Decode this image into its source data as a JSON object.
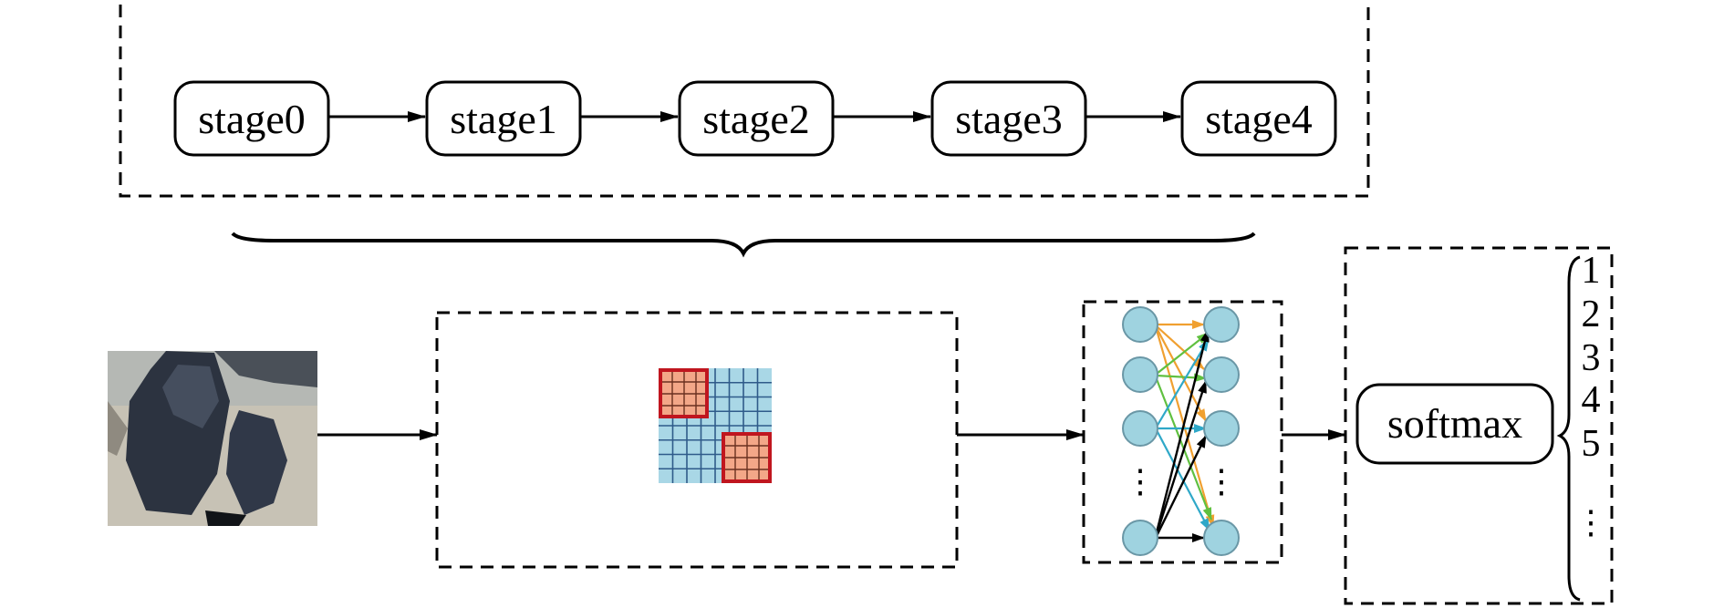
{
  "stages": [
    "stage0",
    "stage1",
    "stage2",
    "stage3",
    "stage4"
  ],
  "softmax_label": "softmax",
  "classes": [
    "1",
    "2",
    "3",
    "4",
    "5",
    "⋮"
  ],
  "neuron_ellipsis": "⋮",
  "colors": {
    "stroke": "#000000",
    "neuron_fill": "#9fd3e0",
    "neuron_stroke": "#6a97a6",
    "grid_fill": "#a9d7e6",
    "grid_line": "#2f5b8a",
    "highlight_fill": "#f3a788",
    "highlight_stroke": "#c0161f",
    "edge_orange": "#f0a030",
    "edge_green": "#60c040",
    "edge_blue": "#2fa8c8"
  }
}
